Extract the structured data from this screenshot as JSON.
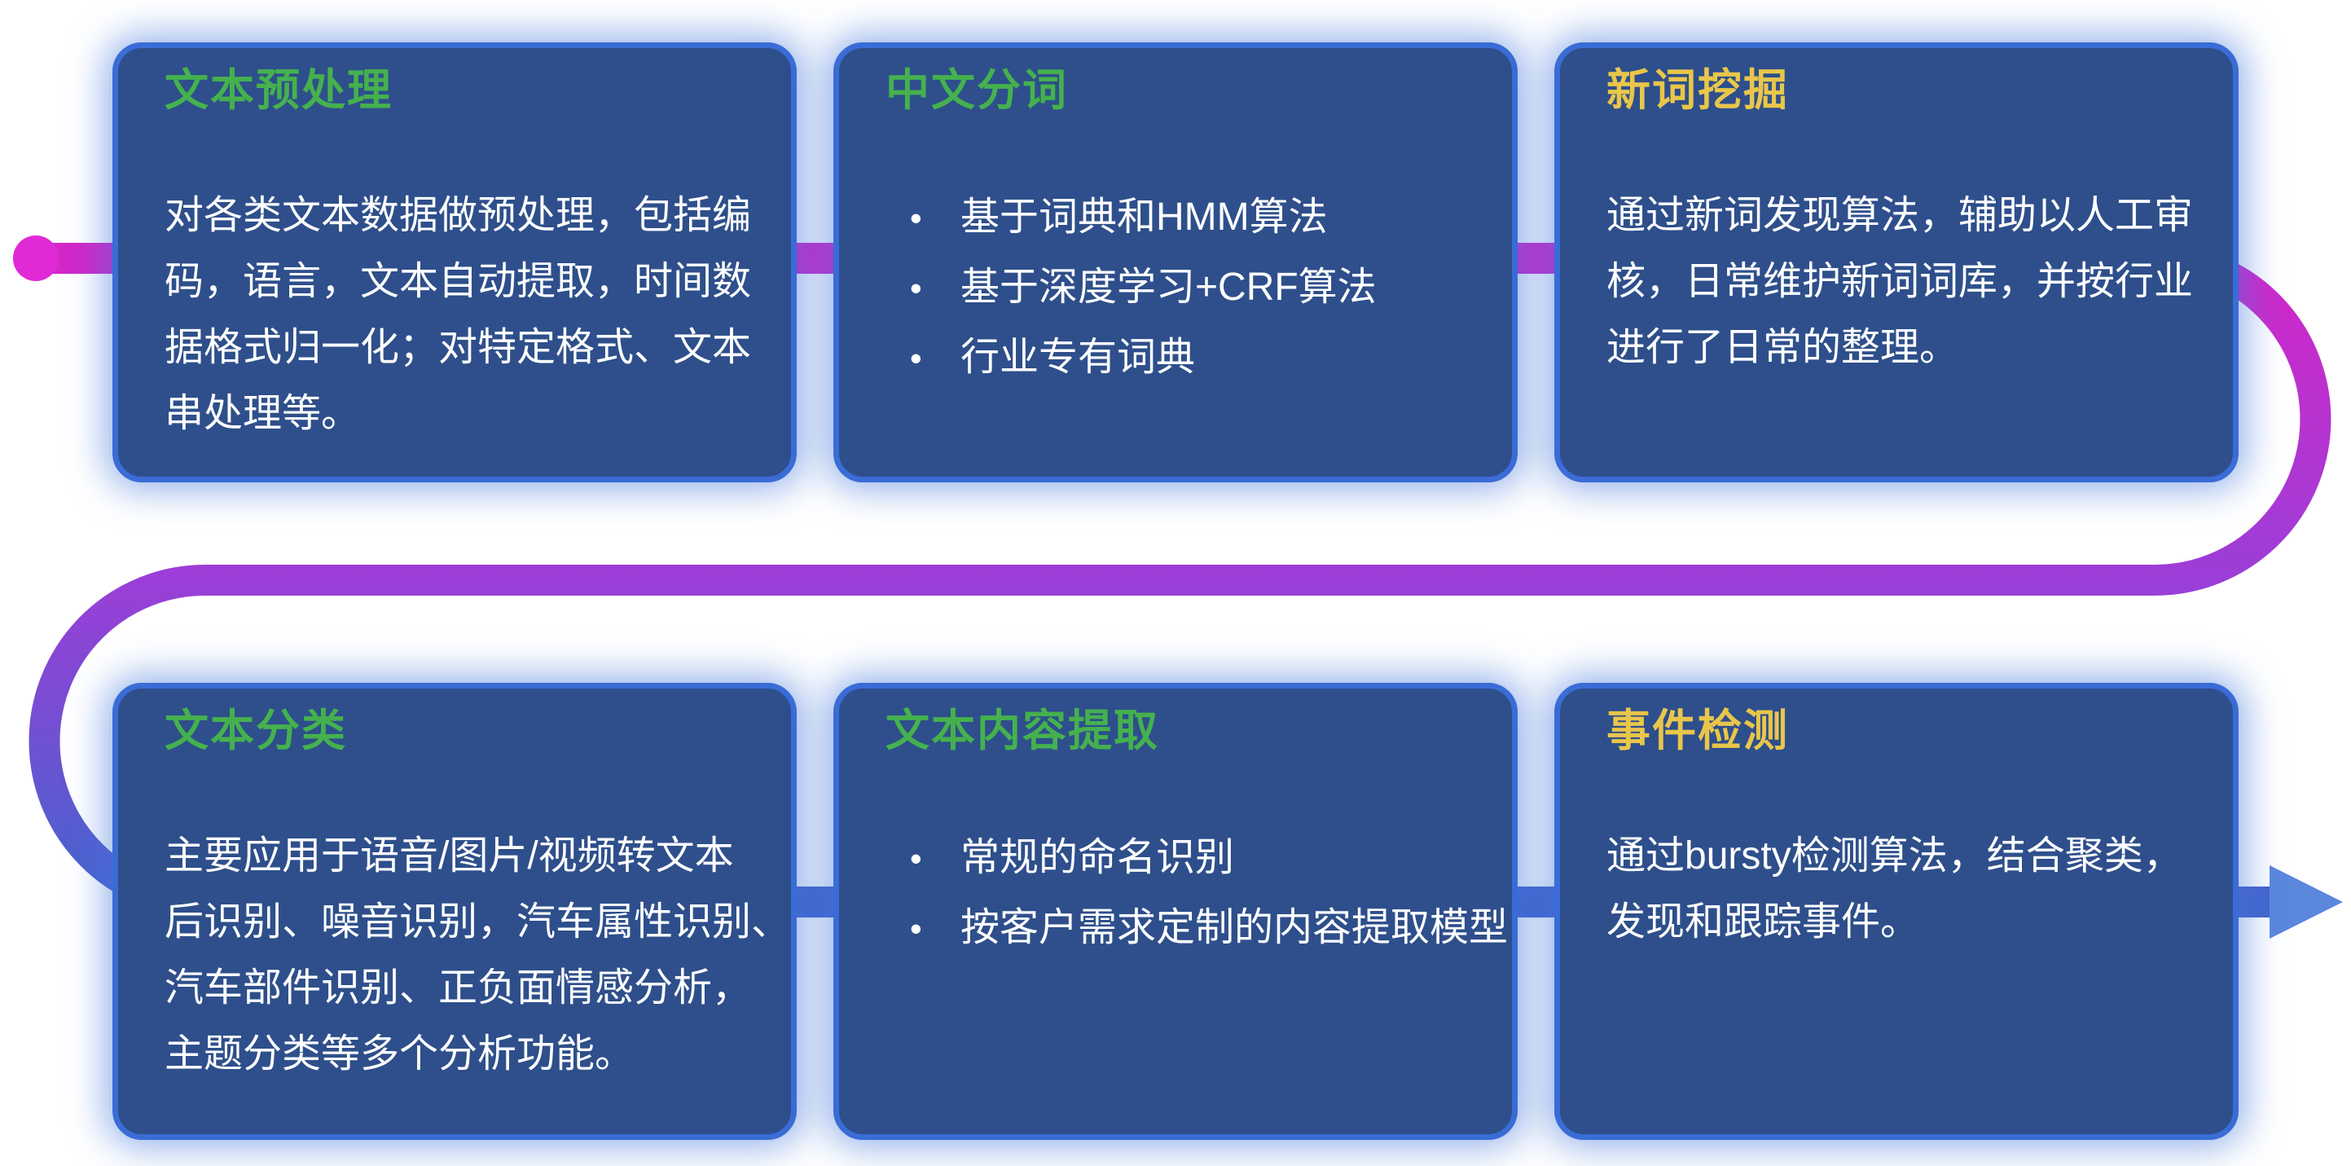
{
  "canvas": {
    "background": "#ffffff"
  },
  "pipeline": {
    "start_dot_color": "#e02ad6",
    "gradient_stops": [
      "#d327c9",
      "#9b3ed7",
      "#4365cd"
    ],
    "arrow_color": "#5b87dd"
  },
  "bullet_glyph": "•",
  "cards": [
    {
      "title": "文本预处理",
      "title_color": "#45b14e",
      "body_lines": [
        "对各类文本数据做预处理，包括编",
        "码，语言，文本自动提取，时间数",
        "据格式归一化；对特定格式、文本",
        "串处理等。"
      ]
    },
    {
      "title": "中文分词",
      "title_color": "#45b14e",
      "bullets": [
        "基于词典和HMM算法",
        "基于深度学习+CRF算法",
        "行业专有词典"
      ]
    },
    {
      "title": "新词挖掘",
      "title_color": "#e9c64a",
      "body_lines": [
        "通过新词发现算法，辅助以人工审",
        "核，日常维护新词词库，并按行业",
        "进行了日常的整理。"
      ]
    },
    {
      "title": "文本分类",
      "title_color": "#45b14e",
      "body_lines": [
        "主要应用于语音/图片/视频转文本",
        "后识别、噪音识别，汽车属性识别、",
        "汽车部件识别、正负面情感分析，",
        "主题分类等多个分析功能。"
      ]
    },
    {
      "title": "文本内容提取",
      "title_color": "#45b14e",
      "bullets": [
        "常规的命名识别",
        "按客户需求定制的内容提取模型"
      ]
    },
    {
      "title": "事件检测",
      "title_color": "#e9c64a",
      "body_lines": [
        "通过bursty检测算法，结合聚类，",
        "发现和跟踪事件。"
      ]
    }
  ]
}
